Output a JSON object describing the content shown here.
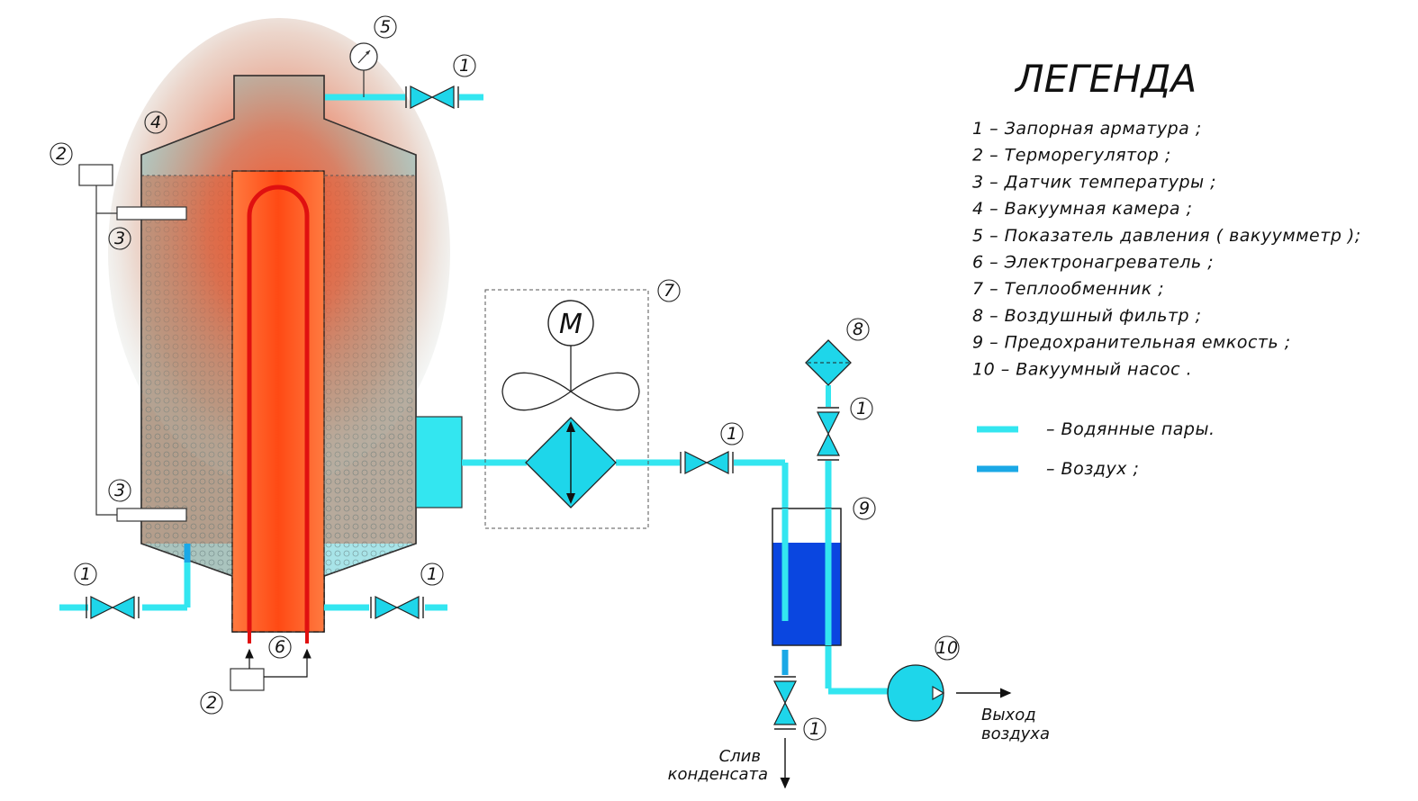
{
  "diagram": {
    "labels": {
      "one": "1",
      "two": "2",
      "three": "3",
      "four": "4",
      "five": "5",
      "six": "6",
      "seven": "7",
      "eight": "8",
      "nine": "9",
      "ten": "10"
    },
    "motor_letter": "M",
    "captions": {
      "condensate_drain_1": "Слив",
      "condensate_drain_2": "конденсата",
      "air_outlet_1": "Выход",
      "air_outlet_2": "воздуха"
    },
    "colors": {
      "water_vapor": "#33e6f0",
      "air": "#1aa8e6",
      "shell_fill": "#a8e4e8",
      "heater_red": "#ff3a10",
      "container_water": "#0a46e0"
    }
  },
  "legend": {
    "title": "ЛЕГЕНДА",
    "items": [
      "1 –  Запорная арматура ;",
      "2 –  Терморегулятор ;",
      "3 –  Датчик температуры ;",
      "4 –  Вакуумная камера ;",
      "5 –  Показатель давления  ( вакуумметр );",
      "6 –  Электронагреватель ;",
      "7 –  Теплообменник ;",
      "8 –  Воздушный фильтр ;",
      "9 –  Предохранительная емкость ;",
      "10 –  Вакуумный насос ."
    ],
    "lines": [
      {
        "label": "–  Водянные пары.",
        "color": "#33e6f0"
      },
      {
        "label": "–  Воздух ;",
        "color": "#1aa8e6"
      }
    ]
  }
}
